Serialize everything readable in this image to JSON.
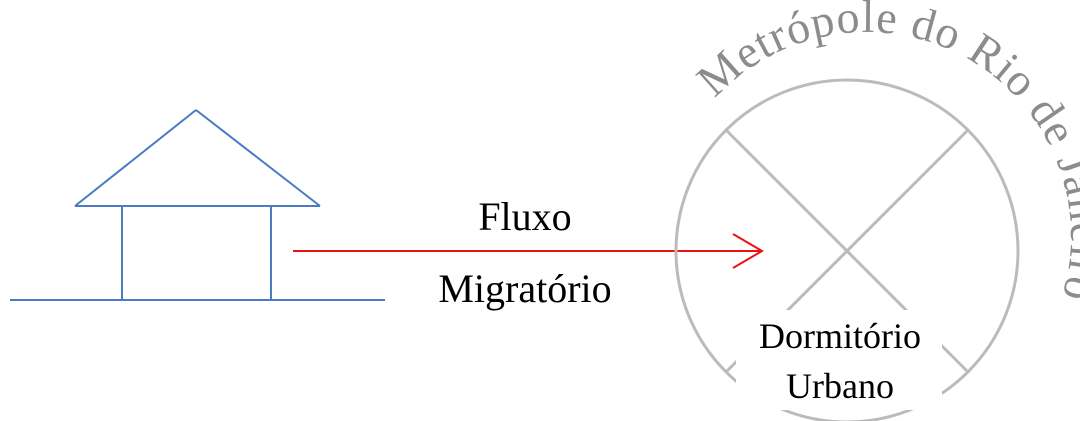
{
  "colors": {
    "house_stroke": "#4a7bc4",
    "arrow": "#ee1111",
    "circle": "#bbbbbb",
    "arc_text": "#8c8c8c",
    "text": "#000000"
  },
  "arrow_label": {
    "line1": "Fluxo",
    "line2": "Migratório"
  },
  "circle": {
    "arc_title": "Metrópole do Rio de Janeiro",
    "inner_label": {
      "line1": "Dormitório",
      "line2": "Urbano"
    }
  },
  "icons": {
    "house": "house-icon",
    "arrow": "arrow-right-icon"
  }
}
